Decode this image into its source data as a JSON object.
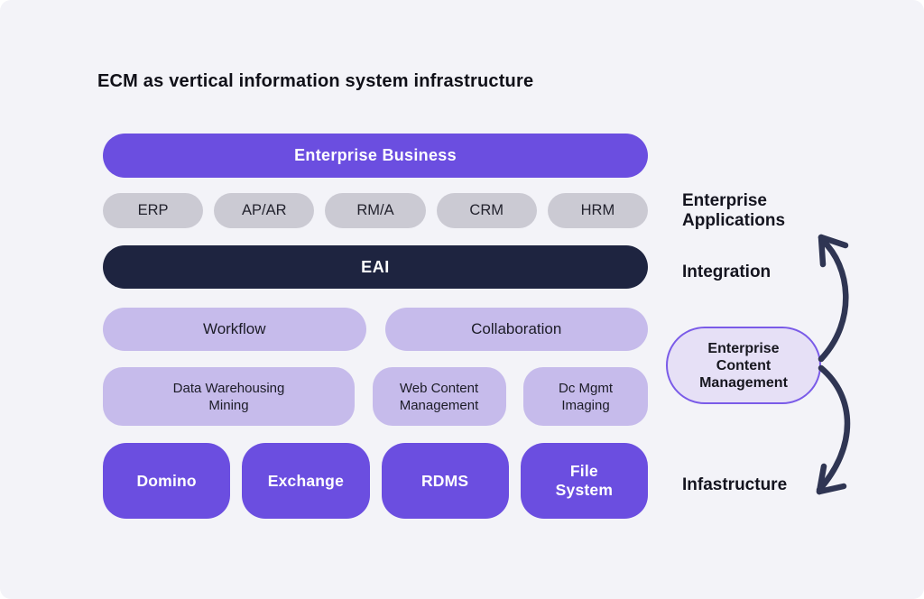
{
  "title": "ECM as vertical information system infrastructure",
  "stack": {
    "enterprise_business": "Enterprise Business",
    "app_pills": [
      "ERP",
      "AP/AR",
      "RM/A",
      "CRM",
      "HRM"
    ],
    "eai": "EAI",
    "middleware": [
      "Workflow",
      "Collaboration"
    ],
    "content_services": [
      {
        "lines": [
          "Data Warehousing",
          "Mining"
        ]
      },
      {
        "lines": [
          "Web Content",
          "Management"
        ]
      },
      {
        "lines": [
          "Dc Mgmt",
          "Imaging"
        ]
      }
    ],
    "infrastructure_blocks": [
      {
        "lines": [
          "Domino"
        ]
      },
      {
        "lines": [
          "Exchange"
        ]
      },
      {
        "lines": [
          "RDMS"
        ]
      },
      {
        "lines": [
          "File",
          "System"
        ]
      }
    ]
  },
  "right_panel": {
    "enterprise_applications": {
      "lines": [
        "Enterprise",
        "Applications"
      ]
    },
    "integration": "Integration",
    "ecm": {
      "lines": [
        "Enterprise",
        "Content",
        "Management"
      ]
    },
    "infrastructure": "Infastructure"
  },
  "colors": {
    "background": "#F3F3F8",
    "accent_purple": "#6B4EE0",
    "dark_navy": "#1E2440",
    "lavender": "#C6BBEB",
    "gray_pill": "#CBCAD3",
    "ecm_fill": "#E6E0F6",
    "ecm_border": "#7A5BE8",
    "arrow": "#2F3553",
    "text_dark": "#14141F",
    "text_light": "#FFFFFF"
  }
}
